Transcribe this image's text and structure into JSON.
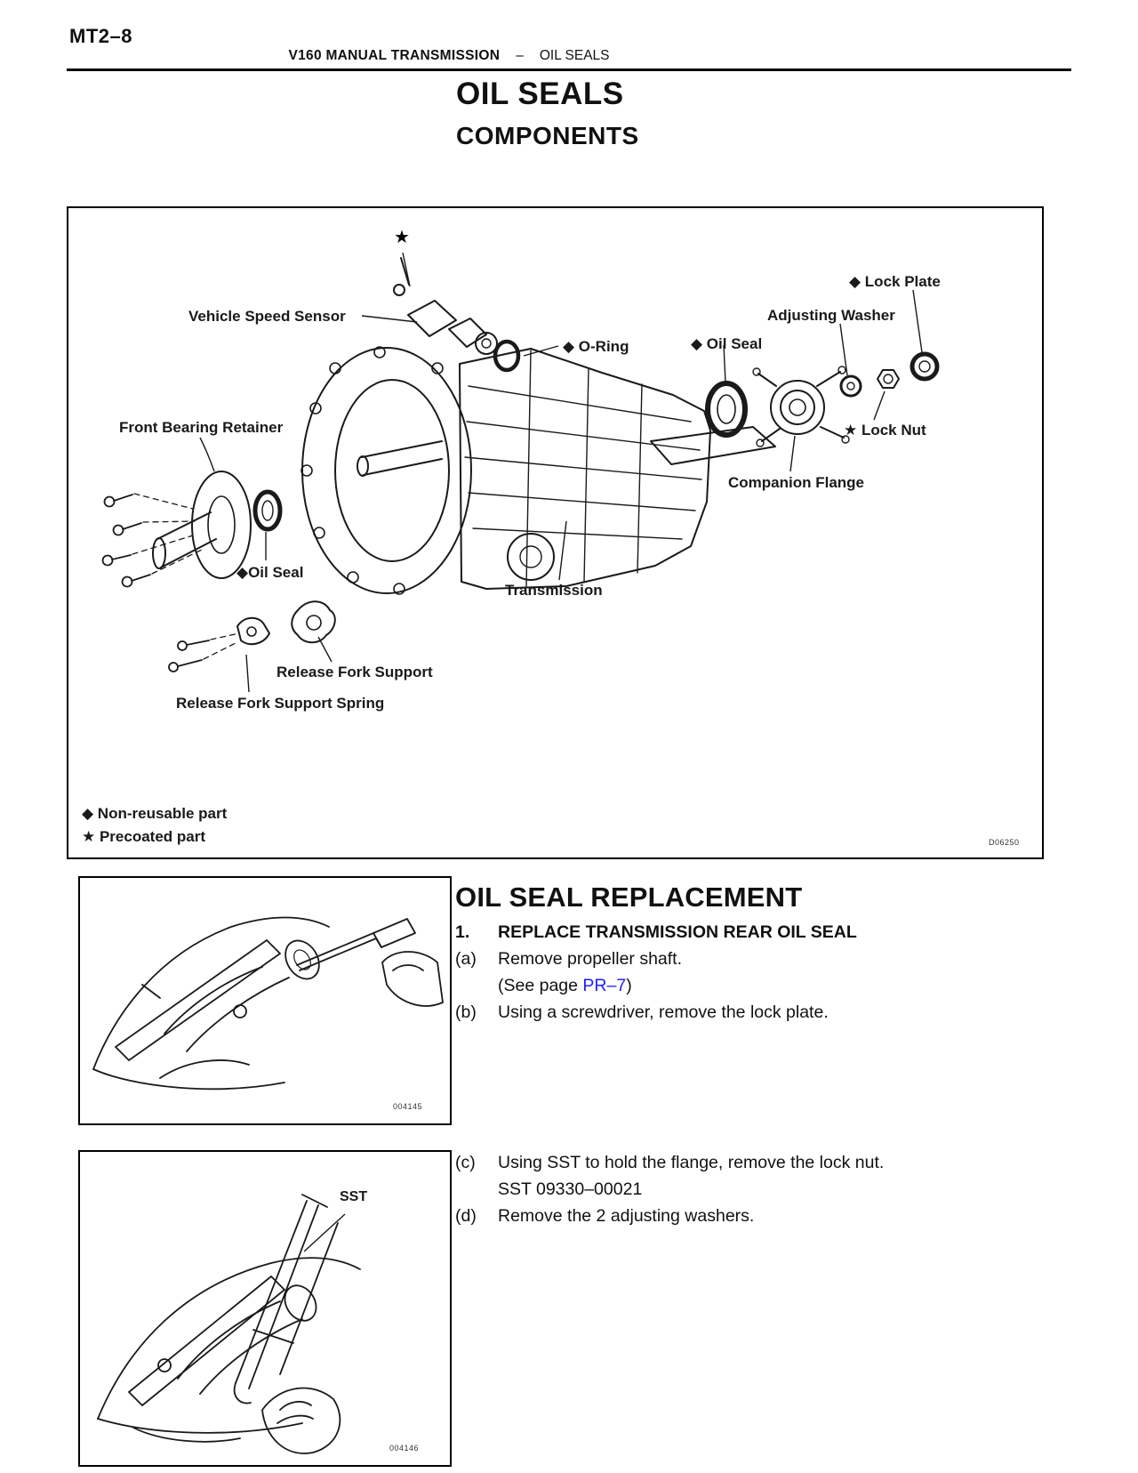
{
  "header": {
    "page_code": "MT2–8",
    "manual_title": "V160 MANUAL TRANSMISSION",
    "dash": "–",
    "section": "OIL SEALS"
  },
  "titles": {
    "main": "OIL SEALS",
    "sub": "COMPONENTS"
  },
  "components_figure": {
    "precoated_star": "★",
    "labels": {
      "vehicle_speed_sensor": "Vehicle Speed Sensor",
      "o_ring": "◆ O-Ring",
      "oil_seal_rear": "◆ Oil Seal",
      "lock_plate": "◆ Lock Plate",
      "adjusting_washer": "Adjusting Washer",
      "lock_nut": "★ Lock Nut",
      "companion_flange": "Companion Flange",
      "front_bearing_retainer": "Front Bearing Retainer",
      "oil_seal_front": "◆Oil Seal",
      "transmission": "Transmission",
      "release_fork_support": "Release Fork Support",
      "release_fork_support_spring": "Release Fork Support Spring"
    },
    "legend": [
      "◆ Non-reusable part",
      "★ Precoated part"
    ],
    "figure_code": "D06250"
  },
  "procedure": {
    "heading": "OIL SEAL REPLACEMENT",
    "step1_number": "1.",
    "step1_title": "REPLACE TRANSMISSION REAR OIL SEAL",
    "item_a_label": "(a)",
    "item_a_text": "Remove propeller shaft.",
    "see_page_prefix": "(See page ",
    "see_page_link": "PR–7",
    "see_page_suffix": ")",
    "item_b_label": "(b)",
    "item_b_text": "Using a screwdriver, remove the lock plate.",
    "item_c_label": "(c)",
    "item_c_text": "Using SST to hold the flange, remove the lock nut.",
    "sst_number": "SST 09330–00021",
    "item_d_label": "(d)",
    "item_d_text": "Remove the 2 adjusting washers."
  },
  "figure1": {
    "code": "004145"
  },
  "figure2": {
    "code": "004146",
    "sst_label": "SST"
  },
  "colors": {
    "ink": "#111111",
    "link_blue": "#2020ff"
  }
}
